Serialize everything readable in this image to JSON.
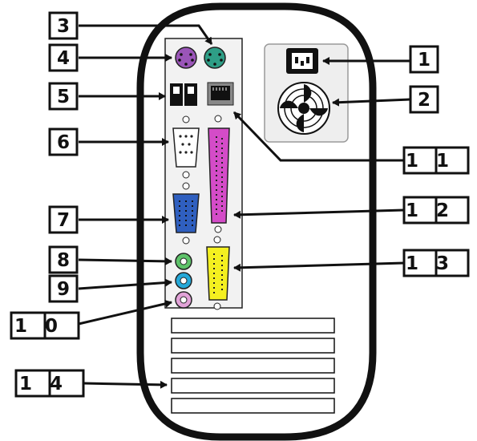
{
  "diagram": {
    "subject": "computer tower rear panel",
    "callouts": [
      "1",
      "2",
      "3",
      "4",
      "5",
      "6",
      "7",
      "8",
      "9",
      "10",
      "11",
      "12",
      "13",
      "14"
    ]
  },
  "colors": {
    "case_outline": "#111111",
    "ps2_mouse_green": "#2e9e86",
    "ps2_keyboard_purple": "#9a55b8",
    "vga_blue": "#2f5fbf",
    "parallel_magenta": "#d44cc8",
    "game_port_yellow": "#f4f020",
    "audio_green": "#5ec36a",
    "audio_blue": "#24a8d8",
    "audio_pink": "#e2a2d8"
  },
  "icons": {
    "power_socket": "power-socket-icon",
    "fan": "fan-icon",
    "ps2_mouse": "ps2-mouse-port-icon",
    "ps2_keyboard": "ps2-keyboard-port-icon",
    "usb": "usb-port-icon",
    "serial": "serial-port-icon",
    "vga": "vga-port-icon",
    "ethernet": "ethernet-port-icon",
    "parallel": "parallel-port-icon",
    "game_port": "game-port-icon",
    "audio_line_out": "audio-line-out-icon",
    "audio_line_in": "audio-line-in-icon",
    "audio_mic": "audio-mic-icon",
    "expansion_slot": "expansion-slot-icon"
  }
}
